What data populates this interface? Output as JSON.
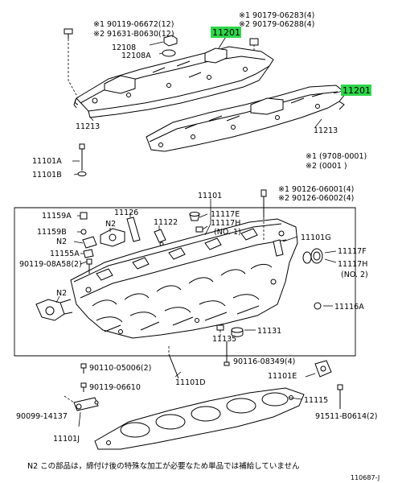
{
  "labels": {
    "cover_bolt_note1": "※1  90119-06672(12)",
    "cover_bolt_note2": "※2  91631-B0630(12)",
    "grommet_1": "12108",
    "grommet_2": "12108A",
    "cover_left_code": "11201",
    "cover_right_code": "11201",
    "nut_note1": "※1  90179-06283(4)",
    "nut_note2": "※2  90179-06288(4)",
    "gasket_left": "11213",
    "gasket_right": "11213",
    "date_note1": "※1  (9708-0001)",
    "date_note2": "※2  (0001      )",
    "bolt_11101a": "11101A",
    "washer_11101b": "11101B",
    "head_code": "11101",
    "stud_note1": "※1  90126-06001(4)",
    "stud_note2": "※2  90126-06002(4)",
    "plug_11159a": "11159A",
    "n2_a": "N2",
    "guide_11126": "11126",
    "guide_11122": "11122",
    "plug_11117e": "11117E",
    "plug_11117h": "11117H",
    "no1": "(NO. 1)",
    "plug_11159b": "11159B",
    "n2_b": "N2",
    "plug_11155a": "11155A",
    "bolt_11101g": "11101G",
    "plug_11117f": "11117F",
    "plug_11117h_2": "11117H",
    "no2": "(NO. 2)",
    "bolt_90119_08a58": "90119-08A58(2)",
    "n2_c": "N2",
    "plug_11116a": "11116A",
    "plug_11131": "11131",
    "plug_11135": "11135",
    "bolt_90116": "90116-08349(4)",
    "bolt_90110": "90110-05006(2)",
    "bolt_90119_06610": "90119-06610",
    "bolt_11101d": "11101D",
    "bolt_11101e": "11101E",
    "gasket_11115": "11115",
    "sensor_90099": "90099-14137",
    "bolt_91511": "91511-B0614(2)",
    "sensor_11101j": "11101J",
    "footnote": "N2   この部品は，締付け後の特殊な加工が必要なため単品では補給していません",
    "figure_ref": "110687-J"
  },
  "colors": {
    "highlight": "#2fd64a",
    "line": "#000000",
    "background": "#ffffff"
  }
}
